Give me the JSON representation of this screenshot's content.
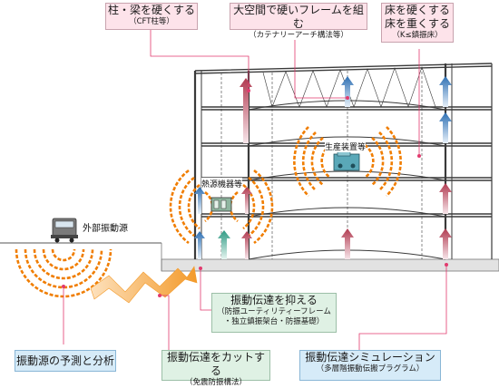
{
  "callouts": {
    "column": {
      "title": "柱・梁を硬くする",
      "sub": "（CFT柱等）"
    },
    "frame": {
      "title": "大空間で硬いフレームを組む",
      "sub": "（カテナリーアーチ構法等）"
    },
    "floor": {
      "title1": "床を硬くする",
      "title2": "床を重くする",
      "sub": "（K≤鎮振床）"
    },
    "suppress": {
      "title": "振動伝達を抑える",
      "sub1": "（防振ユーティリティーフレーム",
      "sub2": "・独立鎮振架台・防振基礎）"
    },
    "predict": {
      "title": "振動源の予測と分析"
    },
    "cut": {
      "title": "振動伝達をカットする",
      "sub": "（免震防振構法）"
    },
    "simulate": {
      "title": "振動伝達シミュレーション",
      "sub": "（多層階振動伝搬プラグラム）"
    }
  },
  "labels": {
    "external_source": "外部振動源",
    "heat_equipment": "熱源機器等",
    "production_equipment": "生産装置等"
  },
  "colors": {
    "wave": "#f07d00",
    "steel": "#3a3a3a",
    "callout_pink": "#fde3ea",
    "callout_green": "#dff1e4",
    "callout_blue": "#d6ebf8",
    "leader": "#e23a6e",
    "arrow_blue": "#2d6fb3",
    "arrow_teal": "#2e9a84",
    "arrow_red": "#b13a50"
  }
}
